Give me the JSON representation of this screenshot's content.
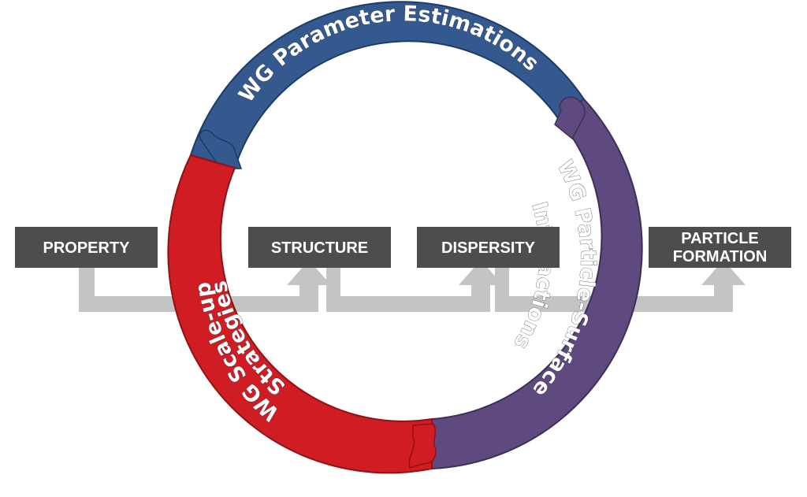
{
  "boxes": {
    "property": "PROPERTY",
    "structure": "STRUCTURE",
    "dispersity": "DISPERSITY",
    "particle_formation_line1": "PARTICLE",
    "particle_formation_line2": "FORMATION"
  },
  "ring": {
    "parameter_estimations": "WG Parameter Estimations",
    "particle_surface_line1": "WG Particle-Surface",
    "particle_surface_line2": "Interactions",
    "scale_up_line1": "WG Scale-up",
    "scale_up_line2": "Strategies"
  },
  "colors": {
    "blue_segment": "#33598f",
    "purple_segment": "#5e4a7e",
    "red_segment": "#d01c23",
    "box_fill": "#4d4d4d",
    "arrow_gray": "#c4c4c4"
  }
}
